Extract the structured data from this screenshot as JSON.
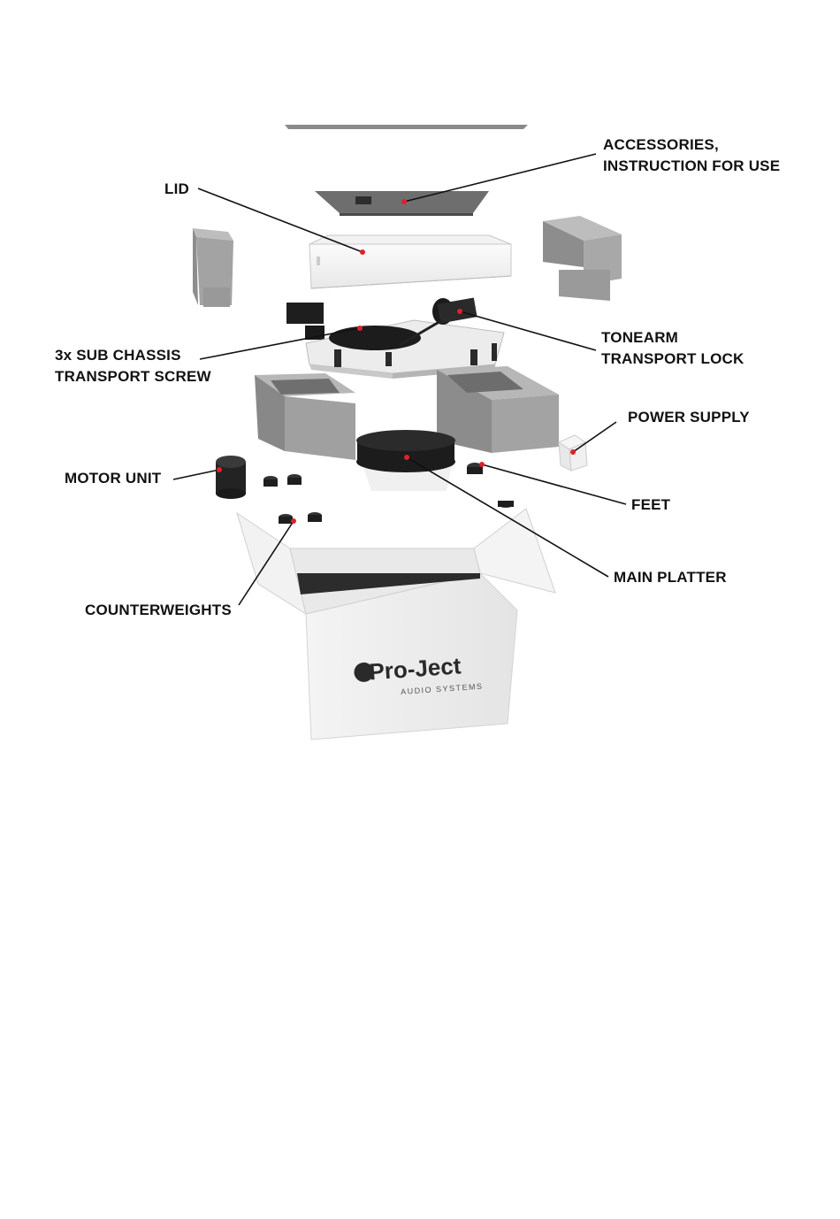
{
  "brand": {
    "name": "Pro-Ject",
    "tagline": "AUDIO SYSTEMS"
  },
  "labels": {
    "accessories": [
      "ACCESSORIES,",
      "INSTRUCTION FOR USE"
    ],
    "lid": "LID",
    "sub_chassis": [
      "3x SUB CHASSIS",
      "TRANSPORT SCREW"
    ],
    "tonearm": [
      "TONEARM",
      "TRANSPORT LOCK"
    ],
    "power_supply": "POWER SUPPLY",
    "motor_unit": "MOTOR UNIT",
    "feet": "FEET",
    "main_platter": "MAIN PLATTER",
    "counterweights": "COUNTERWEIGHTS"
  },
  "colors": {
    "marker": "#e0202a",
    "foam": "#9a9a9a",
    "text": "#111111"
  }
}
